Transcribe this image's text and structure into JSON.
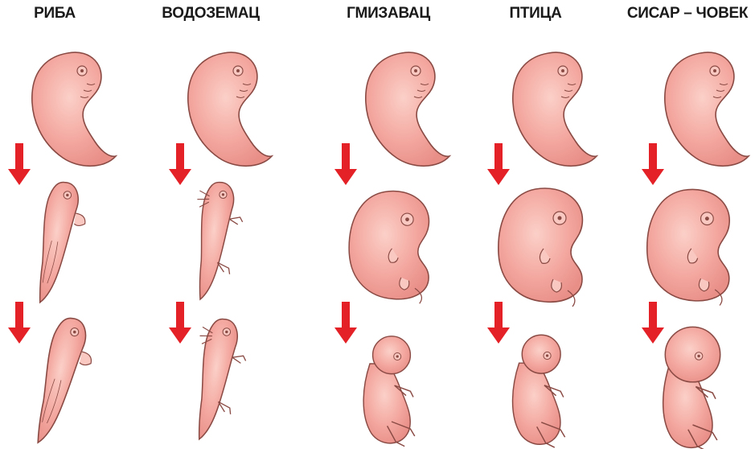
{
  "columns": [
    {
      "title": "РИБА"
    },
    {
      "title": "ВОДОЗЕМАЦ"
    },
    {
      "title": "ГМИЗАВАЦ"
    },
    {
      "title": "ПТИЦА"
    },
    {
      "title": "СИСАР – ЧОВЕК"
    }
  ],
  "colors": {
    "embryo_fill": "#f4a8a0",
    "embryo_light": "#f9c8c0",
    "embryo_outline": "#8a4a44",
    "arrow": "#e32127",
    "title_text": "#1a1a1a"
  },
  "icons": {
    "stage_arrow": "down-arrow-icon",
    "embryo": "embryo-illustration"
  }
}
